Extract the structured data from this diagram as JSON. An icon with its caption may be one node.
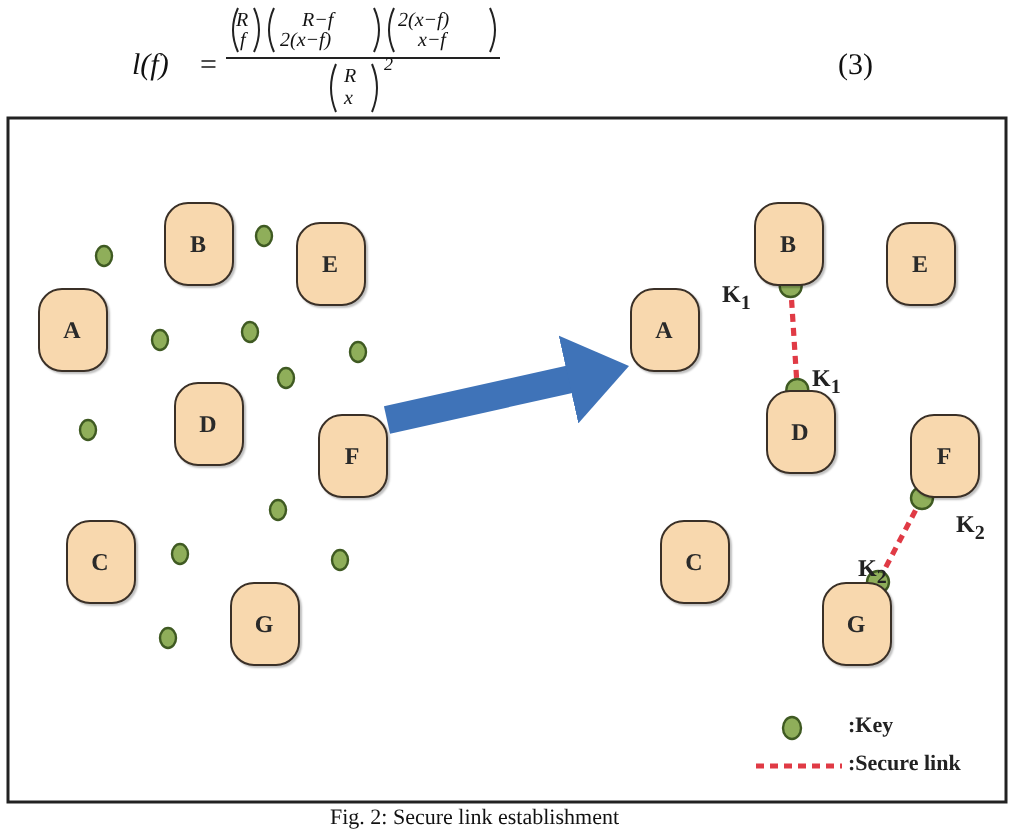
{
  "diagram": {
    "caption": "Fig. 2: Secure link establishment",
    "nodes": [
      {
        "text": [
          "A"
        ]
      },
      {
        "text": [
          "B"
        ]
      },
      {
        "text": [
          "C"
        ]
      },
      {
        "text": [
          "D"
        ]
      },
      {
        "text": [
          "E"
        ]
      },
      {
        "text": [
          "F"
        ]
      },
      {
        "text": [
          "G"
        ]
      },
      {
        "text": [
          "A"
        ]
      },
      {
        "text": [
          "B"
        ],
        "beside": [
          "K$_{1}$"
        ]
      },
      {
        "text": [
          "C"
        ]
      },
      {
        "text": [
          "D"
        ],
        "beside": [
          "K$_{1}$"
        ]
      },
      {
        "text": [
          "E"
        ]
      },
      {
        "text": [
          "F"
        ],
        "beside": [
          "K$_{2}$"
        ]
      },
      {
        "text": [
          "G"
        ],
        "beside": [
          "K$_{2}$"
        ]
      }
    ],
    "edges": [
      {
        "from": 5,
        "to": 7,
        "arrow": "to",
        "style": "thick",
        "color": "#3f73b8"
      },
      {
        "from": 8,
        "to": 10,
        "arrow": "none",
        "style": "dashed"
      },
      {
        "from": 12,
        "to": 13,
        "arrow": "none",
        "style": "dashed"
      }
    ],
    "labels": [
      "l(f)",
      "=",
      "R",
      "f",
      "R−f",
      "2(x−f)",
      "2(x−f)",
      "x−f",
      "R",
      "x",
      "2",
      "(3)"
    ],
    "legend": [
      {
        "text": ":Key"
      },
      {
        "text": ":Secure link"
      }
    ]
  }
}
